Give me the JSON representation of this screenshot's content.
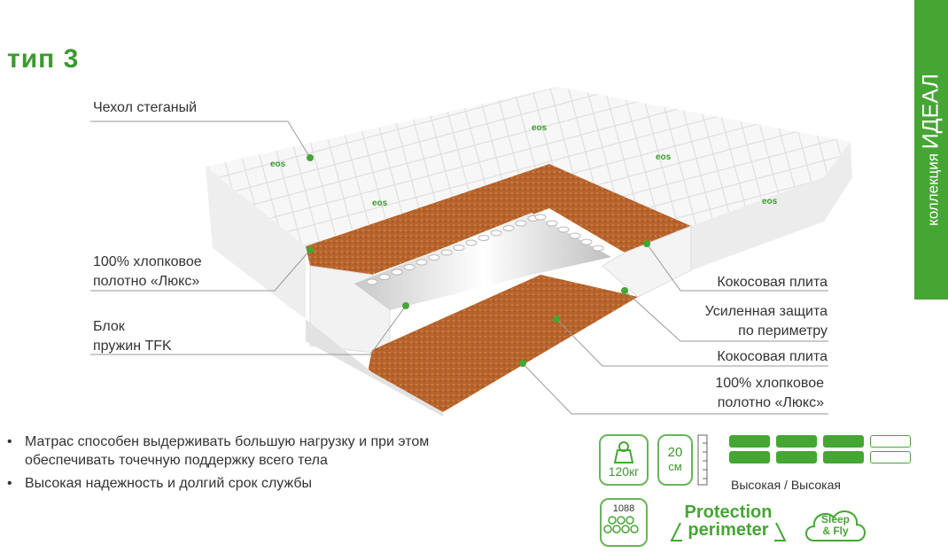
{
  "title": "тип 3",
  "collection": {
    "prefix": "коллекция",
    "name": "ИДЕАЛ"
  },
  "labels": {
    "cover": "Чехол стеганый",
    "cotton_top_1": "100% хлопковое",
    "cotton_top_2": "полотно «Люкс»",
    "springs_1": "Блок",
    "springs_2": "пружин TFK",
    "coconut_top": "Кокосовая плита",
    "perimeter_1": "Усиленная защита",
    "perimeter_2": "по периметру",
    "coconut_bottom": "Кокосовая плита",
    "cotton_bottom_1": "100% хлопковое",
    "cotton_bottom_2": "полотно «Люкс»"
  },
  "logo_text": "eos",
  "features": [
    {
      "line1": "Матрас способен выдерживать большую нагрузку и при этом",
      "line2": "обеспечивать точечную поддержку всего тела"
    },
    {
      "line1": "Высокая надежность и долгий срок службы",
      "line2": ""
    }
  ],
  "icons": {
    "load": "120кг",
    "height_value": "20",
    "height_unit": "см",
    "hardness": "Высокая / Высокая",
    "hardness_top_level": 0.75,
    "hardness_bottom_level": 0.75,
    "springs_count": "1088",
    "protection_1": "Protection",
    "protection_2": "perimeter",
    "sleep_1": "Sleep",
    "sleep_2": "& Fly"
  },
  "colors": {
    "accent": "#45a634",
    "coconut": "#b8642c",
    "text": "#333333"
  }
}
